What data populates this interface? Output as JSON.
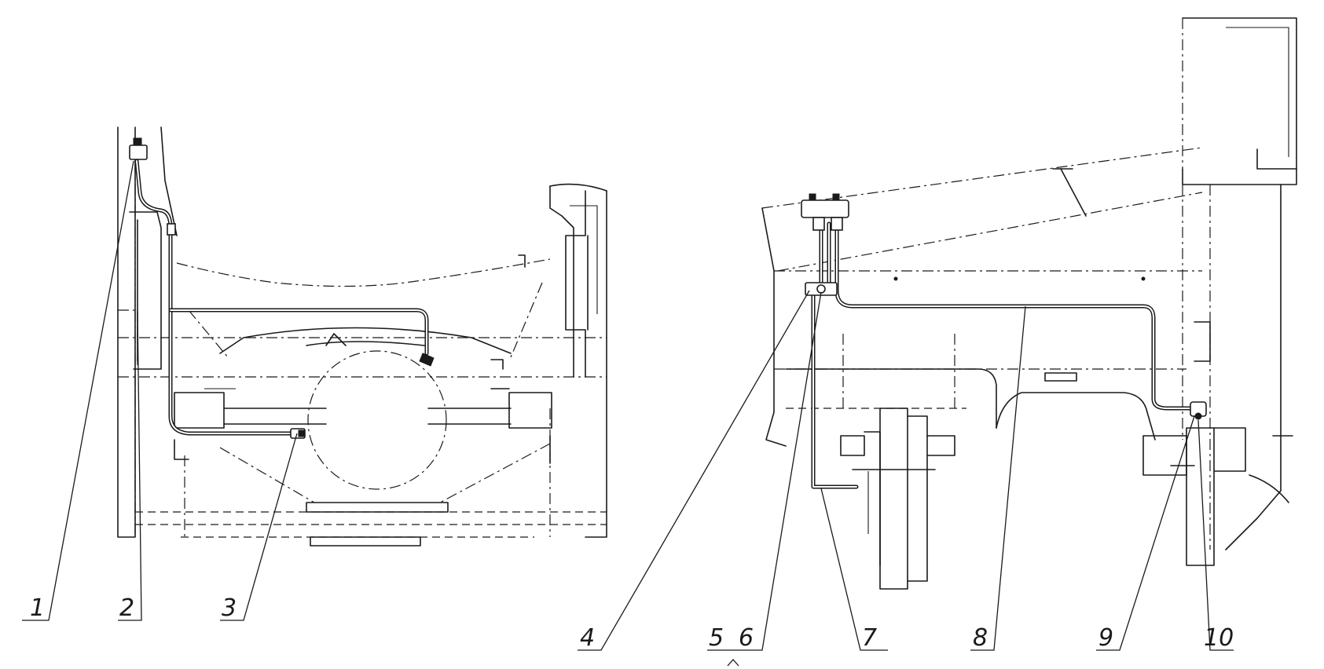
{
  "figure": {
    "left_view": {
      "callouts": [
        "1",
        "2",
        "3"
      ]
    },
    "right_view": {
      "callouts": [
        "4",
        "5",
        "6",
        "7",
        "8",
        "9",
        "10"
      ]
    }
  }
}
